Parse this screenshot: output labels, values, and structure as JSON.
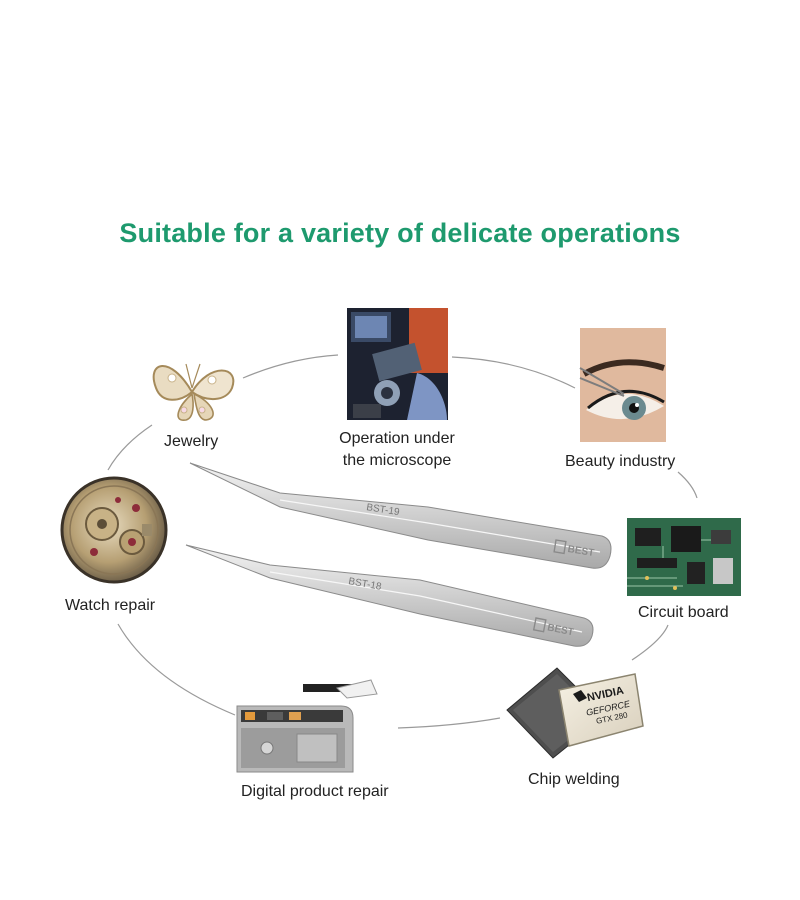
{
  "headline": "Suitable for a variety of delicate operations",
  "accent_color": "#1e9a6e",
  "applications": [
    {
      "label": "Jewelry",
      "icon": "butterfly-brooch-icon"
    },
    {
      "label": "Operation under the microscope",
      "line1": "Operation under",
      "line2": "the microscope",
      "icon": "microscope-photo-icon"
    },
    {
      "label": "Beauty industry",
      "icon": "eyelash-photo-icon"
    },
    {
      "label": "Watch repair",
      "icon": "watch-movement-icon"
    },
    {
      "label": "Circuit board",
      "icon": "circuit-board-icon"
    },
    {
      "label": "Digital product repair",
      "icon": "phone-board-icon"
    },
    {
      "label": "Chip welding",
      "icon": "gpu-chip-icon"
    }
  ],
  "tweezers": [
    {
      "model": "BST-19"
    },
    {
      "model": "BST-18"
    }
  ],
  "chip": {
    "brand": "NVIDIA",
    "model_line1": "GEFORCE",
    "model_line2": "GTX 280"
  },
  "logo_text": "BEST"
}
